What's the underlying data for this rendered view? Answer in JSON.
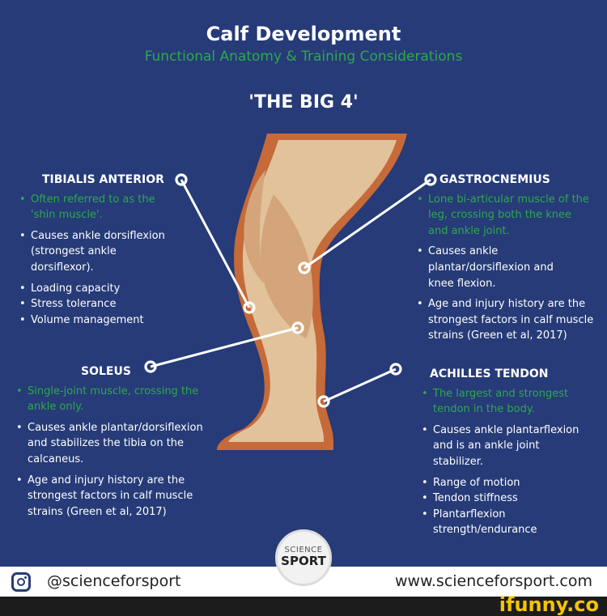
{
  "header": {
    "title": "Calf Development",
    "subtitle": "Functional Anatomy & Training Considerations",
    "big4": "'THE BIG 4'"
  },
  "tibialis": {
    "title": "TIBIALIS ANTERIOR",
    "items": [
      "Often referred to as the 'shin muscle'.",
      "Causes ankle dorsiflexion (strongest ankle dorsiflexor).",
      "Loading capacity",
      "Stress tolerance",
      "Volume management"
    ]
  },
  "gastrocnemius": {
    "title": "GASTROCNEMIUS",
    "items": [
      "Lone bi-articular muscle of the leg, crossing both the knee and ankle joint.",
      "Causes ankle plantar/dorsiflexion and knee flexion.",
      "Age and injury history are the strongest factors in calf muscle strains (Green et al, 2017)"
    ]
  },
  "soleus": {
    "title": "SOLEUS",
    "items": [
      "Single-joint muscle, crossing the ankle only.",
      "Causes ankle plantar/dorsiflexion and stabilizes the tibia on the calcaneus.",
      "Age and injury history are the strongest factors in calf muscle strains (Green et al, 2017)"
    ]
  },
  "achilles": {
    "title": "ACHILLES TENDON",
    "items": [
      "The largest and strongest tendon in the body.",
      "Causes ankle plantarflexion and is an ankle joint stabilizer.",
      "Range of motion",
      "Tendon stiffness",
      "Plantarflexion strength/endurance"
    ]
  },
  "logo": {
    "line1": "SCIENCE",
    "line2": "SPORT"
  },
  "footer": {
    "icon": "instagram-icon",
    "handle": "@scienceforsport",
    "website": "www.scienceforsport.com"
  },
  "watermark": "ifunny.co",
  "colors": {
    "background": "#263b78",
    "accent_green": "#2ea84e",
    "leg_outline": "#c56a38",
    "leg_fill": "#e1c29b",
    "muscle": "#d4a57a",
    "watermark": "#f4c400"
  }
}
